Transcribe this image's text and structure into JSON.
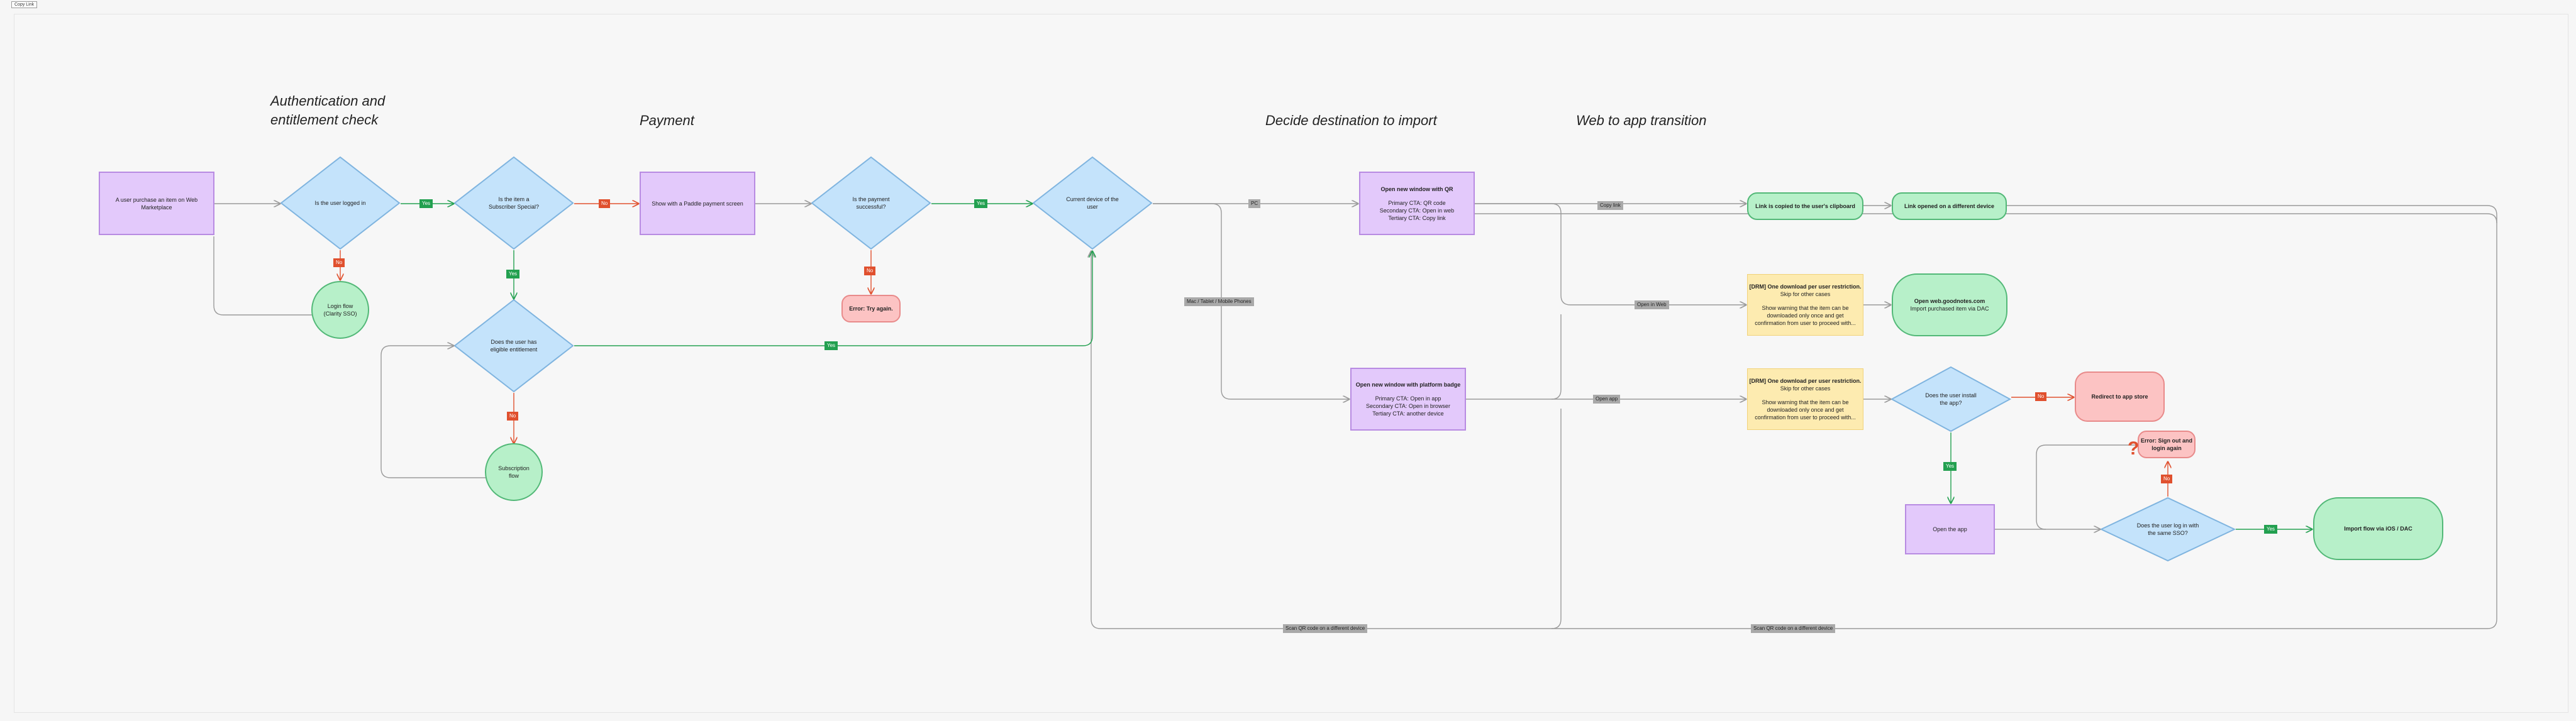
{
  "frame_label": "Copy Link",
  "sections": {
    "auth": "Authentication and\nentitlement check",
    "payment": "Payment",
    "decide": "Decide destination to import",
    "web_to_app": "Web to app transition"
  },
  "nodes": {
    "start": "A user purchase an item on Web\nMarketplace",
    "logged_in": "Is the user logged in",
    "login_flow": "Login flow\n(Clarity SSO)",
    "subscriber_special": "Is the item a\nSubscriber Special?",
    "eligible": "Does the user has\neligible entitlement",
    "subscription_flow": "Subscription\nflow",
    "paddle": "Show with a Paddle payment screen",
    "payment_ok": "Is the payment\nsuccessful?",
    "error_try": "Error: Try again.",
    "current_device": "Current device of the\nuser",
    "qr_title": "Open new window with QR",
    "qr_body": "Primary CTA: QR code\nSecondary CTA: Open in web\nTertiary CTA: Copy link",
    "badge_title": "Open new window with platform badge",
    "badge_body": "Primary CTA: Open in app\nSecondary CTA: Open in browser\nTertiary CTA: another device",
    "clipboard": "Link is copied to the user's clipboard",
    "link_opened": "Link opened on a different device",
    "note1_title": "[DRM] One download per user restriction.",
    "note1_sub": "Skip for other cases",
    "note1_body": "Show warning that the item can be\ndownloaded only once and get\nconfirmation from user to proceed with...",
    "note2_title": "[DRM] One download per user restriction.",
    "note2_sub": "Skip for other cases",
    "note2_body": "Show warning that the item can be\ndownloaded only once and get\nconfirmation from user to proceed with...",
    "web_open_title": "Open web.goodnotes.com",
    "web_open_body": "Import purchased item via DAC",
    "app_installed": "Does the user install\nthe app?",
    "redirect_store": "Redirect to app store",
    "open_app": "Open the app",
    "same_sso": "Does the user log in with\nthe same SSO?",
    "error_signout": "Error: Sign out and\nlogin again",
    "import_ios": "Import flow via iOS / DAC"
  },
  "edge_labels": {
    "yes": "Yes",
    "no": "No",
    "pc": "PC",
    "mac_tablet": "Mac / Tablet / Mobile Phones",
    "copy_link": "Copy link",
    "open_web": "Open in Web",
    "open_app": "Open app",
    "scan_qr": "Scan QR code on a different device",
    "scan_qr2": "Scan QR code on a different device"
  },
  "colors": {
    "purple": "#e3c9fb",
    "blue": "#c4e3fb",
    "green": "#b7f0c9",
    "red": "#fcc3c3",
    "yellow": "#fdebb0",
    "yes_tag": "#23a050",
    "no_tag": "#e0502e"
  }
}
